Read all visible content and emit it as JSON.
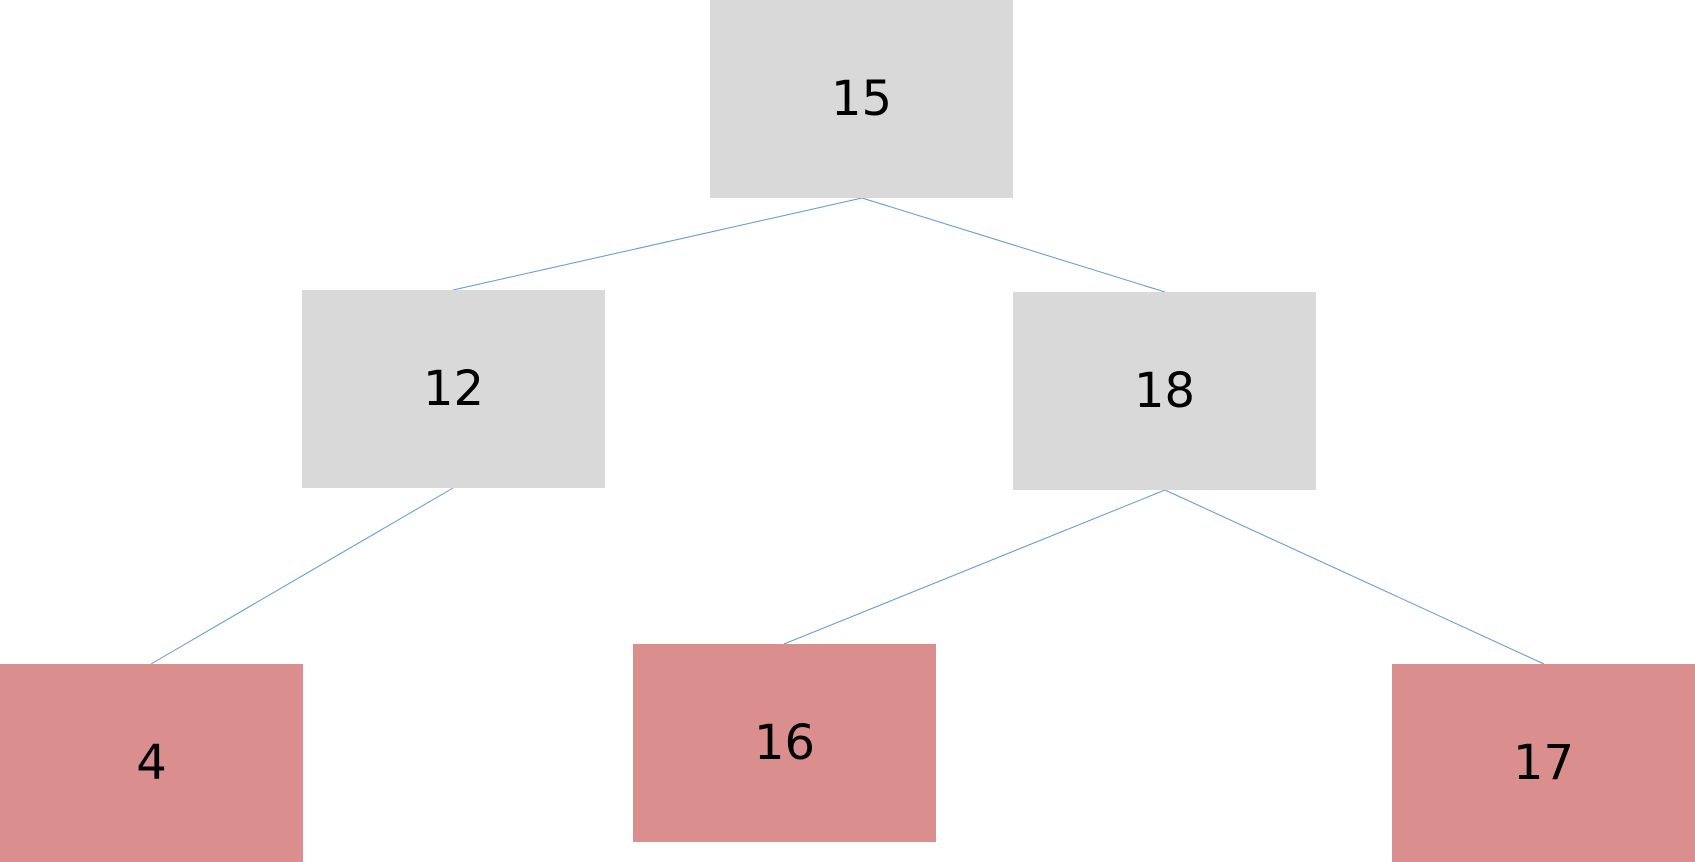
{
  "tree": {
    "nodes": {
      "n15": "15",
      "n12": "12",
      "n18": "18",
      "n4": "4",
      "n16": "16",
      "n17": "17"
    },
    "edges": [
      [
        "n15",
        "n12"
      ],
      [
        "n15",
        "n18"
      ],
      [
        "n12",
        "n4"
      ],
      [
        "n18",
        "n16"
      ],
      [
        "n18",
        "n17"
      ]
    ]
  },
  "colors": {
    "internal_node": "#D9D9D9",
    "leaf_node": "#DB8E8E",
    "edge": "#5B9BD5"
  }
}
